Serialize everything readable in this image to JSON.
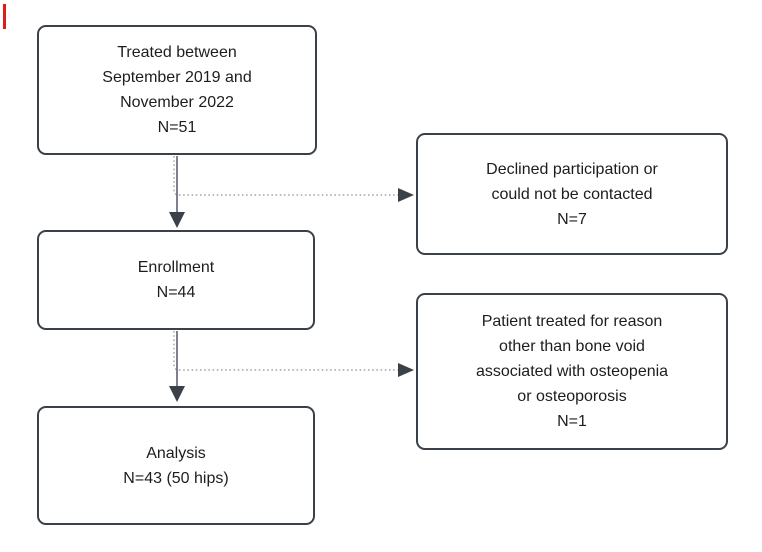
{
  "diagram": {
    "title": "Patient flow diagram",
    "colors": {
      "background": "#ffffff",
      "box_border": "#3a4149",
      "box_fill": "#ffffff",
      "text": "#1d1d1d",
      "solid_connector": "#454c58",
      "dotted_connector": "#8d949c",
      "edge_mark_red": "#e01b1b"
    },
    "boxes": [
      {
        "id": "treated",
        "lines": [
          "Treated between",
          "September 2019 and",
          "November 2022",
          "N=51"
        ]
      },
      {
        "id": "declined",
        "lines": [
          "Declined participation or",
          "could not be contacted",
          "N=7"
        ]
      },
      {
        "id": "enrollment",
        "lines": [
          "Enrollment",
          "N=44"
        ]
      },
      {
        "id": "excluded",
        "lines": [
          "Patient treated for reason",
          "other than bone void",
          "associated with osteopenia",
          "or osteoporosis",
          "N=1"
        ]
      },
      {
        "id": "analysis",
        "lines": [
          "Analysis",
          "N=43 (50 hips)"
        ]
      }
    ],
    "connectors": [
      {
        "id": "treated-to-enrollment",
        "style": "solid-arrow-down"
      },
      {
        "id": "treated-to-declined",
        "style": "dotted-arrow-right"
      },
      {
        "id": "enrollment-to-analysis",
        "style": "solid-arrow-down"
      },
      {
        "id": "enrollment-to-excluded",
        "style": "dotted-arrow-right"
      }
    ]
  }
}
